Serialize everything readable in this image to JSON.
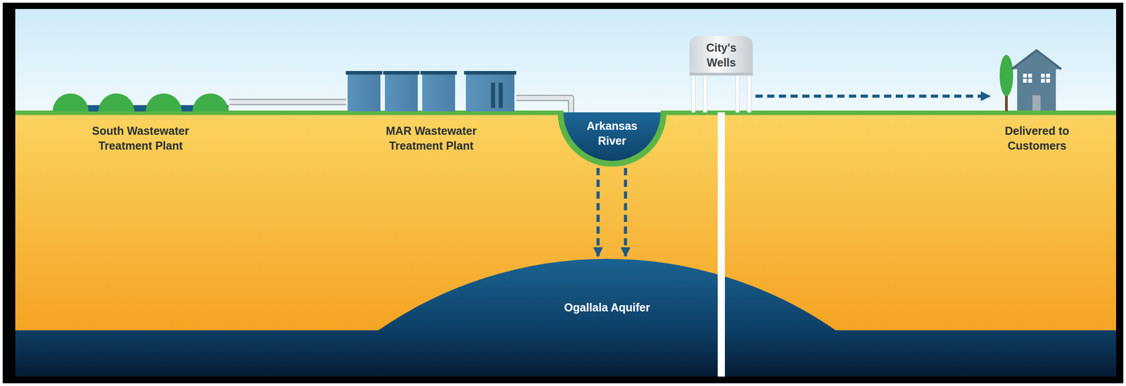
{
  "diagram": {
    "nodes": [
      {
        "text": [
          "South Wastewater Treatment Plant"
        ]
      },
      {
        "text": [
          "MAR Wastewater Treatment Plant"
        ]
      },
      {
        "text": [
          "Arkansas River"
        ]
      },
      {
        "text": [
          "City's Wells"
        ]
      },
      {
        "text": [
          "Delivered to Customers"
        ]
      },
      {
        "text": [
          "Ogallala Aquifer"
        ]
      }
    ],
    "edges": [
      {
        "from": 0,
        "to": 1,
        "arrow": "none"
      },
      {
        "from": 1,
        "to": 2,
        "arrow": "none"
      },
      {
        "from": 2,
        "to": 5,
        "arrow": "to"
      },
      {
        "from": 5,
        "to": 3,
        "arrow": "none"
      },
      {
        "from": 3,
        "to": 4,
        "arrow": "to"
      }
    ]
  }
}
